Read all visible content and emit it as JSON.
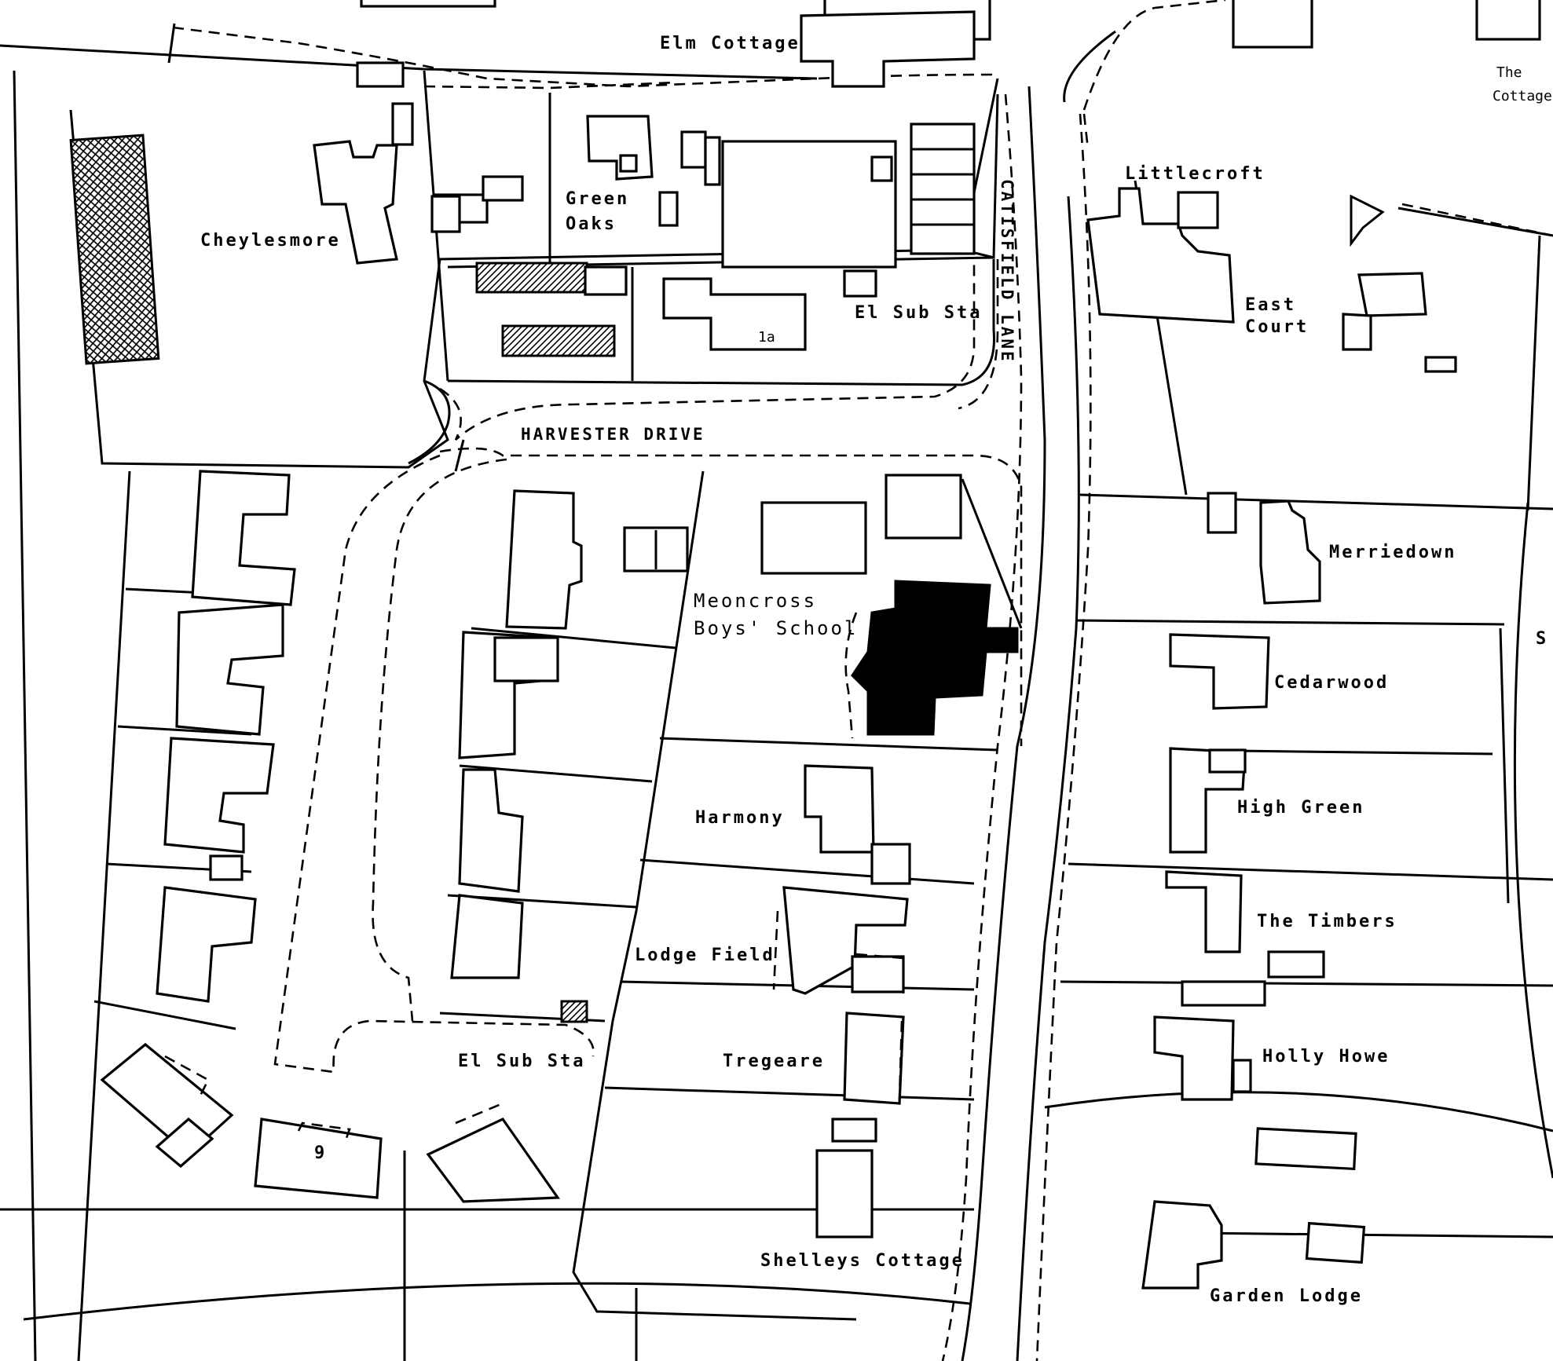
{
  "labels": {
    "elm_cottage": "Elm Cottage",
    "cheylesmore": "Cheylesmore",
    "green_oaks_1": "Green",
    "green_oaks_2": "Oaks",
    "el_sub_sta_north": "El Sub Sta",
    "plot_1a": "1a",
    "harvester_drive": "HARVESTER DRIVE",
    "catisfield_lane": "CATISFIELD LANE",
    "littlecroft": "Littlecroft",
    "east_court_1": "East",
    "east_court_2": "Court",
    "merriedown": "Merriedown",
    "meoncross_1": "Meoncross",
    "meoncross_2": "Boys' School",
    "cedarwood": "Cedarwood",
    "harmony": "Harmony",
    "high_green": "High Green",
    "the_timbers": "The Timbers",
    "lodge_field": "Lodge Field",
    "tregeare": "Tregeare",
    "holly_howe": "Holly Howe",
    "el_sub_sta_south": "El Sub Sta",
    "plot_9": "9",
    "shelleys_cottage": "Shelleys Cottage",
    "garden_lodge": "Garden Lodge",
    "the_cottage_1": "The",
    "the_cottage_2": "Cottage",
    "edge_s": "S"
  }
}
